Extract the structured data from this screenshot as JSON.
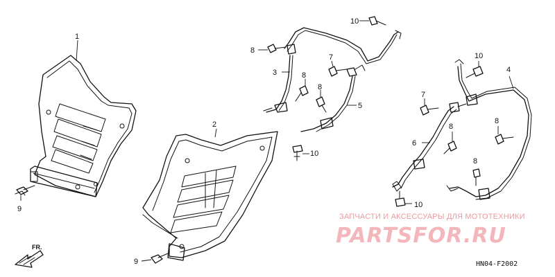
{
  "callouts": {
    "p1": "1",
    "p2": "2",
    "p3": "3",
    "p4": "4",
    "p5": "5",
    "p6": "6",
    "p7a": "7",
    "p7b": "7",
    "p8a": "8",
    "p8b": "8",
    "p8c": "8",
    "p8d": "8",
    "p8e": "8",
    "p9a": "9",
    "p9b": "9",
    "p10a": "10",
    "p10b": "10",
    "p10c": "10",
    "p10d": "10"
  },
  "direction": "FR.",
  "diagram_code": "HN04-F2002",
  "watermark": {
    "tagline": "ЗАПЧАСТИ И АКСЕССУАРЫ ДЛЯ МОТОТЕХНИКИ",
    "brand": "PARTSFOR.RU"
  }
}
